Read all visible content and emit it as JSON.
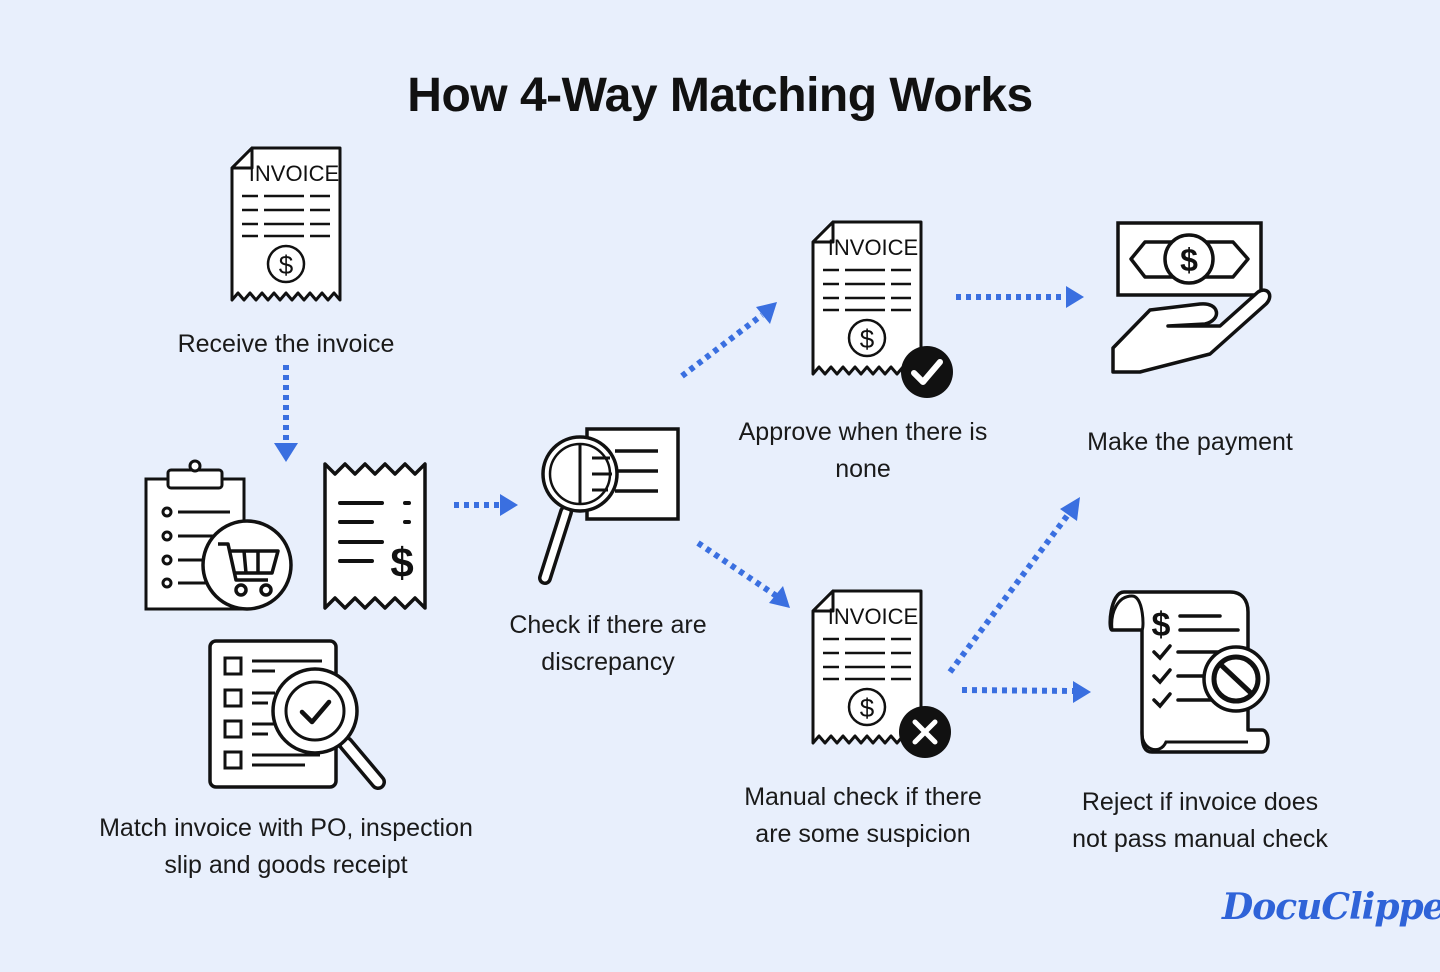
{
  "title": "How 4-Way Matching Works",
  "steps": {
    "receive": "Receive the invoice",
    "match_line1": "Match invoice with PO, inspection",
    "match_line2": "slip and goods receipt",
    "check_line1": "Check if there are",
    "check_line2": "discrepancy",
    "approve_line1": "Approve when there is",
    "approve_line2": "none",
    "payment": "Make the payment",
    "manual_line1": "Manual check if there",
    "manual_line2": "are some suspicion",
    "reject_line1": "Reject if invoice does",
    "reject_line2": "not pass manual check"
  },
  "icons": {
    "invoice_label": "INVOICE",
    "dollar": "$"
  },
  "brand": {
    "logo": "DocuClipper"
  },
  "colors": {
    "accent": "#3a6fe0",
    "background": "#e8effc",
    "ink": "#111111"
  }
}
